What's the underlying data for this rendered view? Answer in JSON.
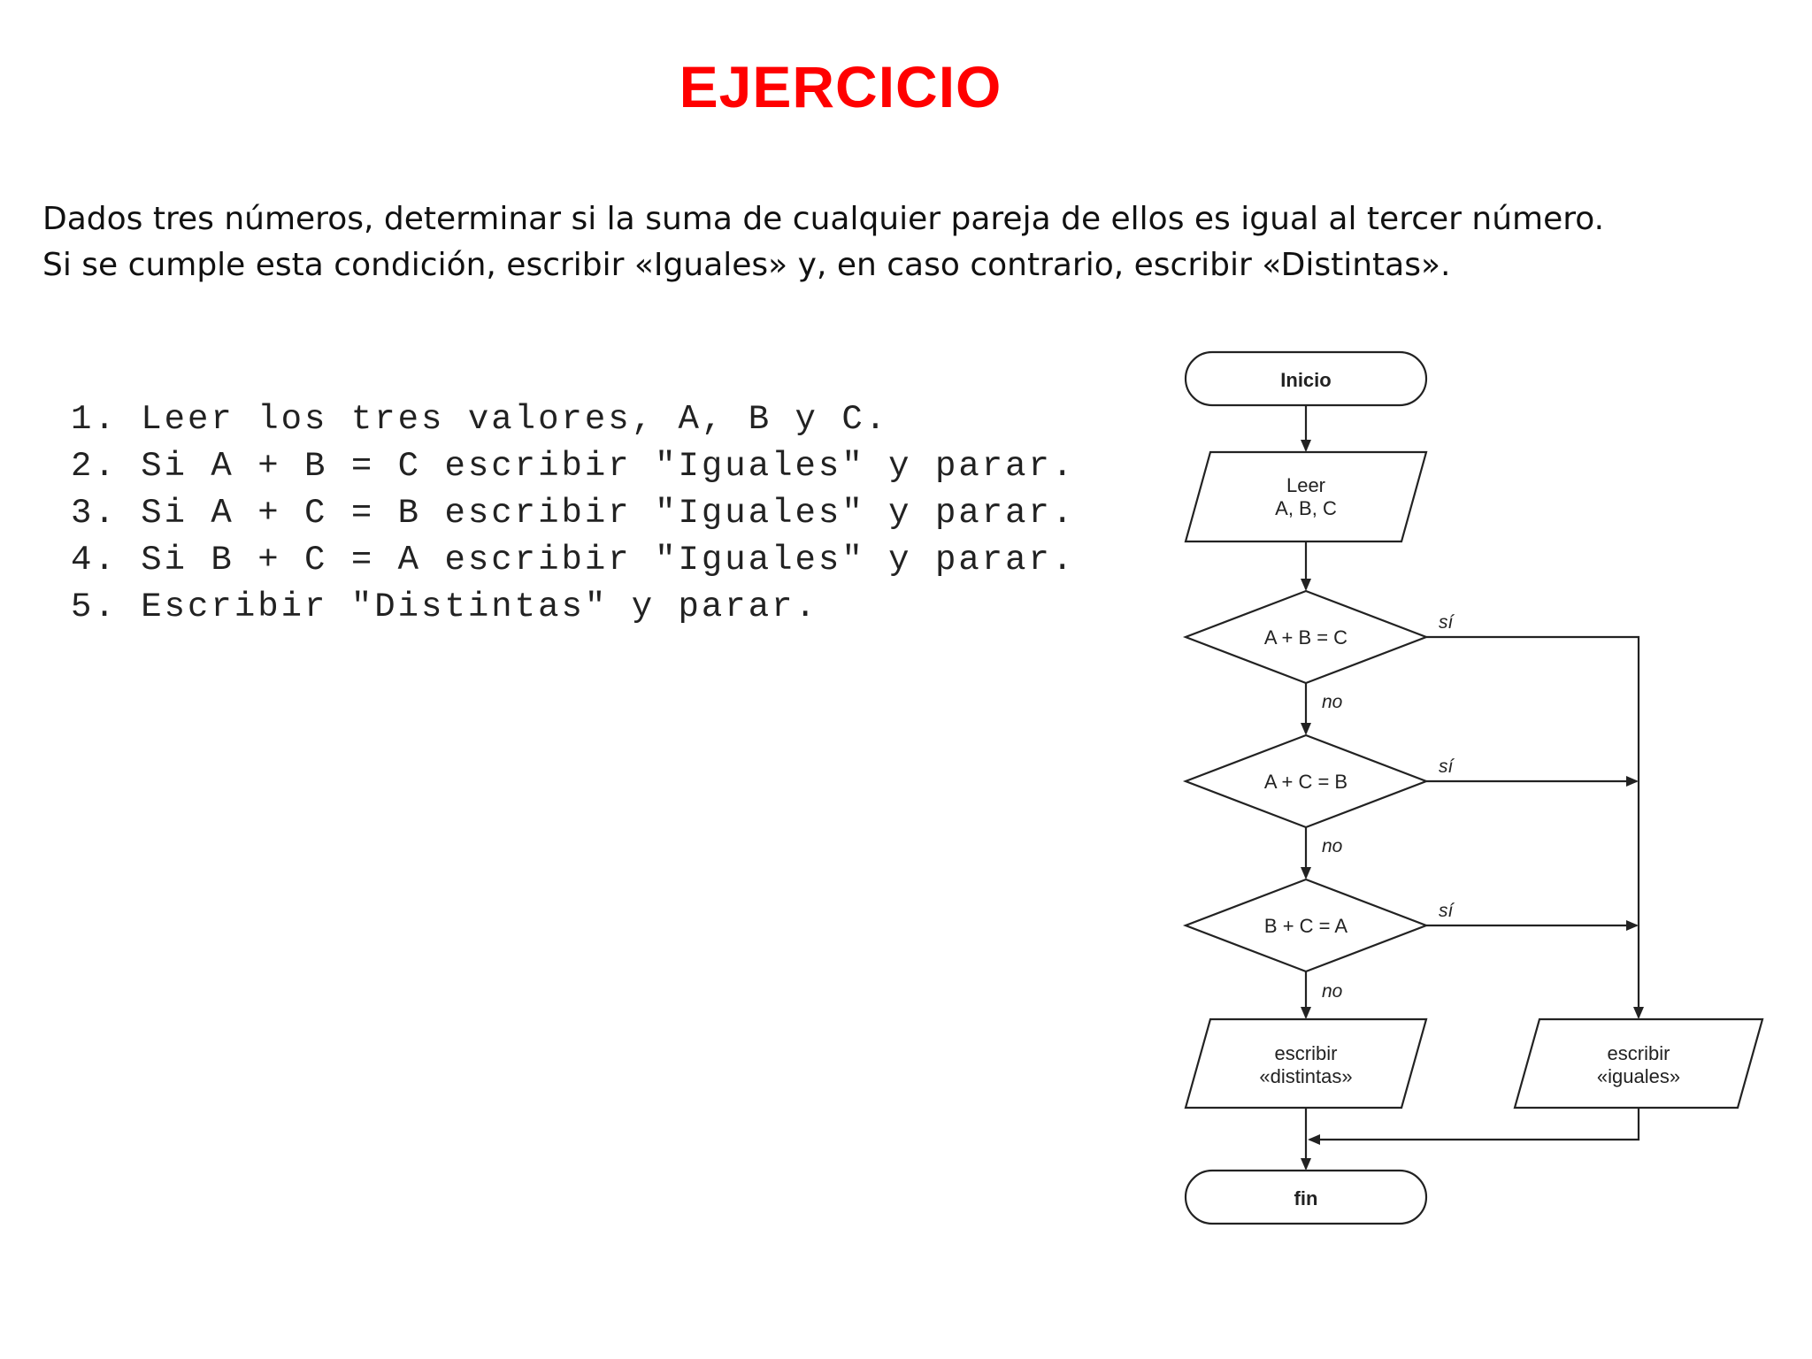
{
  "title": "EJERCICIO",
  "statement": {
    "line1": "Dados tres números, determinar si la suma de cualquier pareja de ellos es igual al tercer número.",
    "line2": "Si se cumple esta condición, escribir «Iguales» y, en caso contrario, escribir «Distintas»."
  },
  "steps": [
    "1. Leer los tres valores, A, B y C.",
    "2. Si A + B = C escribir \"Iguales\" y parar.",
    "3. Si A + C = B escribir \"Iguales\" y parar.",
    "4. Si B + C = A escribir \"Iguales\" y parar.",
    "5. Escribir \"Distintas\" y parar."
  ],
  "flowchart": {
    "start": "Inicio",
    "read_line1": "Leer",
    "read_line2": "A, B, C",
    "decision1": "A + B = C",
    "decision2": "A + C = B",
    "decision3": "B + C = A",
    "yes_label": "sí",
    "no_label": "no",
    "out_distinct_line1": "escribir",
    "out_distinct_line2": "«distintas»",
    "out_equal_line1": "escribir",
    "out_equal_line2": "«iguales»",
    "end": "fin"
  }
}
